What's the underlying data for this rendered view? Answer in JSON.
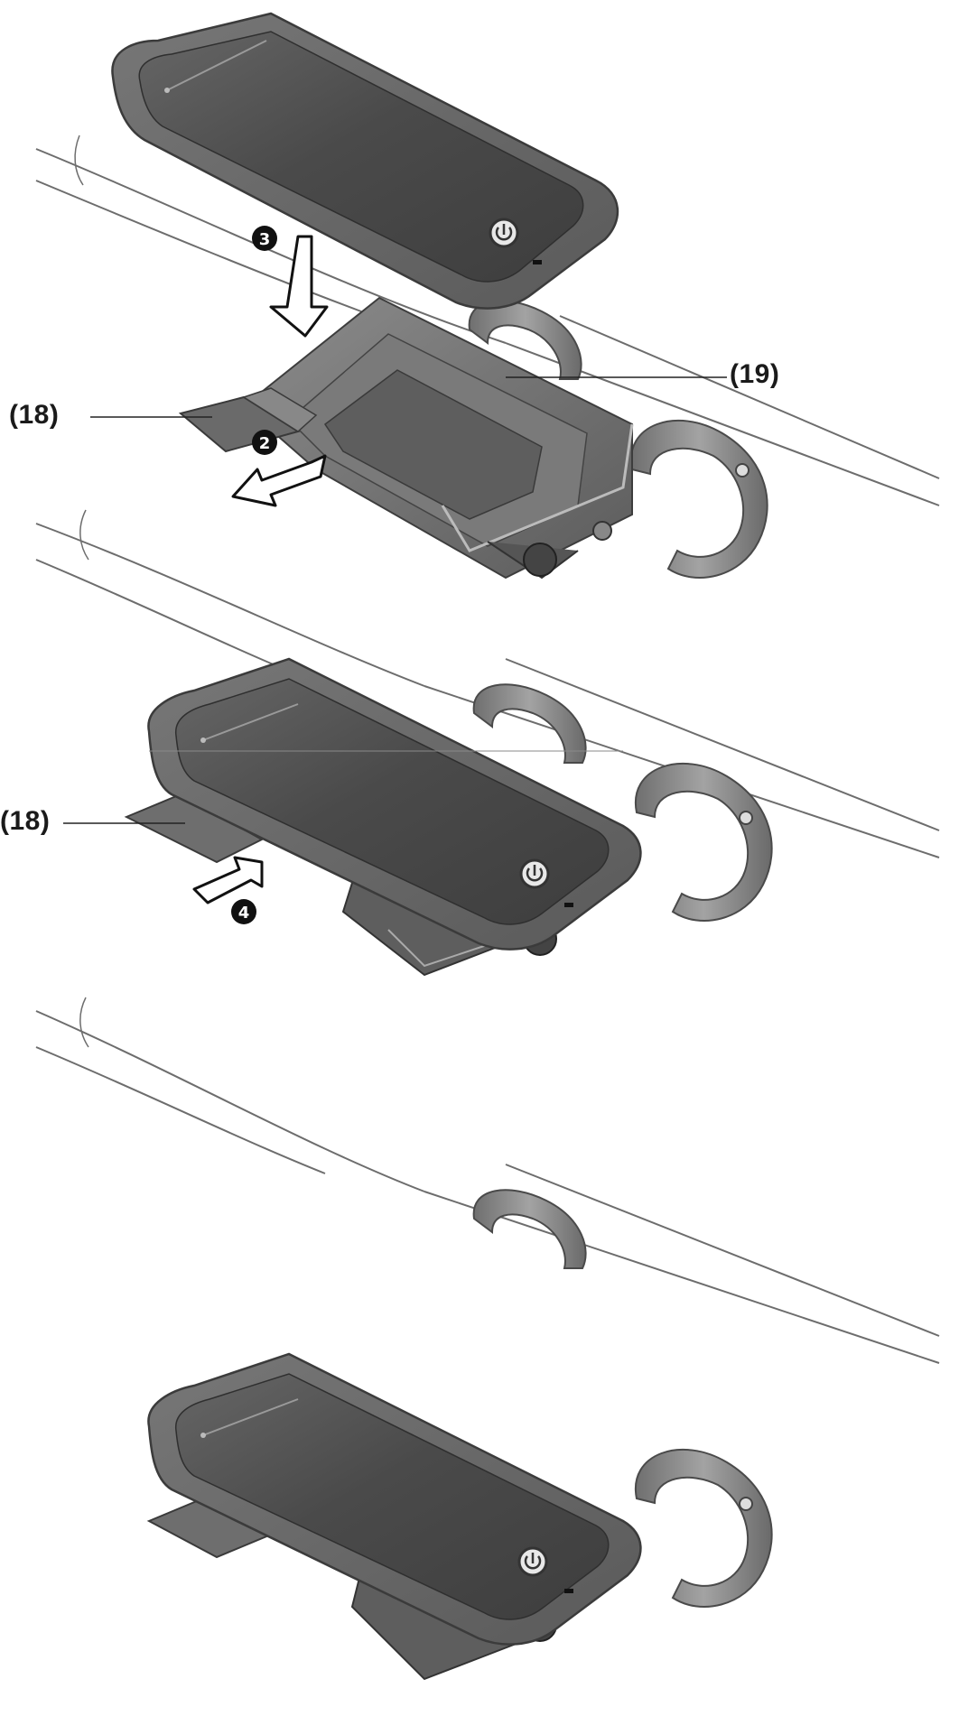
{
  "callouts": {
    "label_18_top": "(18)",
    "label_19": "(19)",
    "label_18_mid": "(18)"
  },
  "steps": {
    "step_2": "2",
    "step_3": "3",
    "step_4": "4"
  },
  "colors": {
    "device_dark": "#5f5f5f",
    "device_screen": "#4a4a4a",
    "clamp_gray": "#8a8a8a",
    "bar_outline": "#6d6d6d",
    "label_text": "#1a1a1a"
  }
}
